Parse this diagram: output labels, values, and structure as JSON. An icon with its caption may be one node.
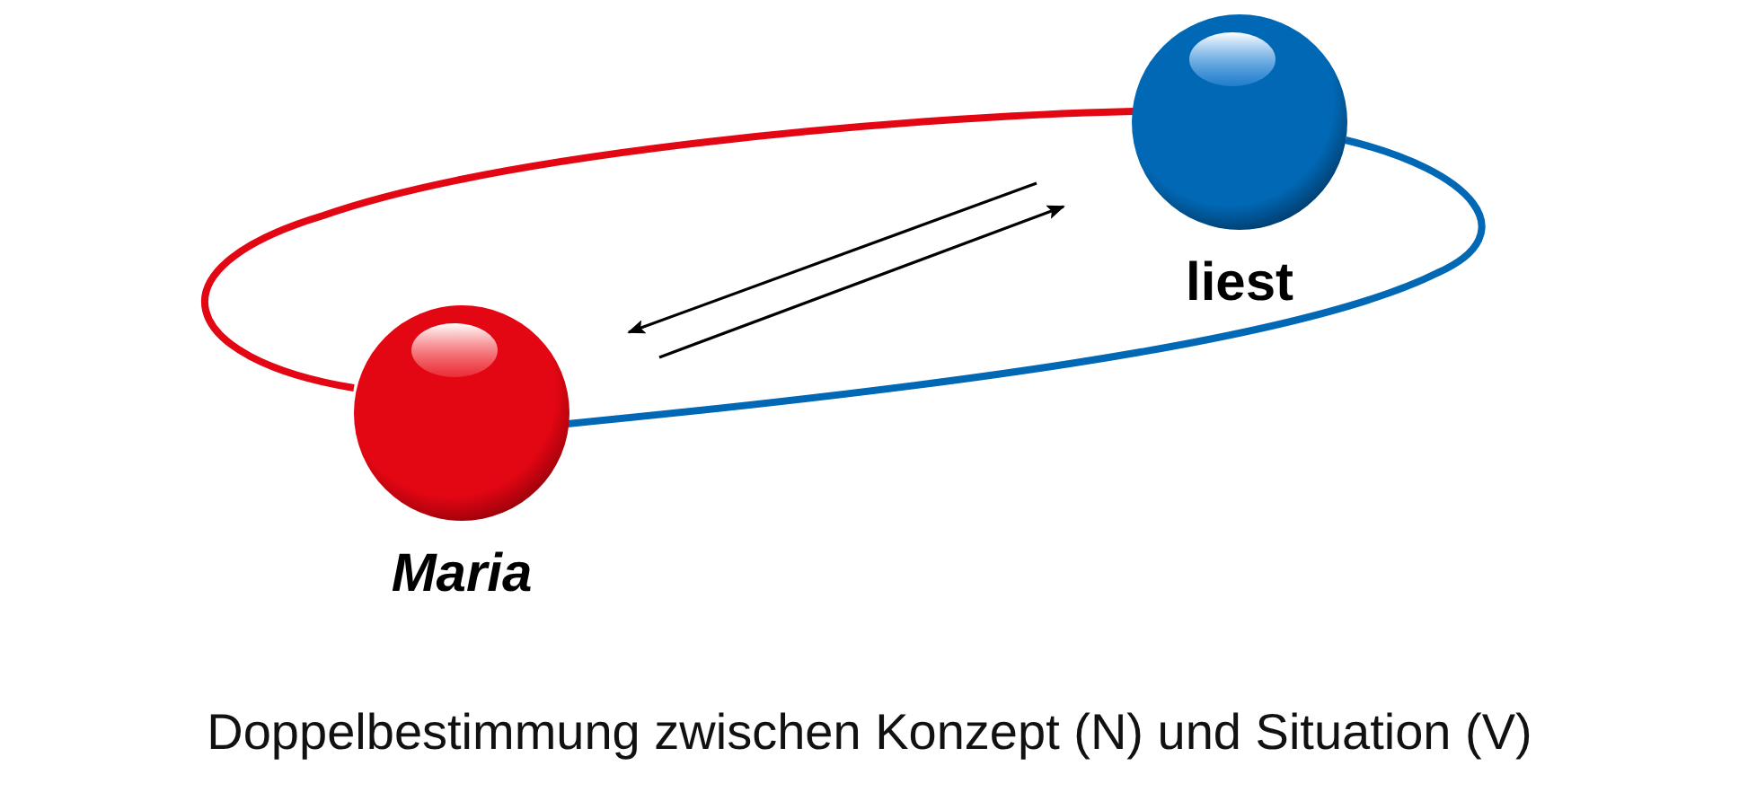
{
  "diagram": {
    "caption": "Doppelbestimmung zwischen Konzept (N) und Situation (V)",
    "nodes": [
      {
        "text": [
          "Maria"
        ]
      },
      {
        "text": [
          "liest"
        ]
      }
    ],
    "edges": [
      {
        "from": 0,
        "to": 1,
        "arrow": "none",
        "style": "thick",
        "color": "#e30613"
      },
      {
        "from": 1,
        "to": 0,
        "arrow": "none",
        "style": "thick",
        "color": "#0068b4"
      },
      {
        "from": 1,
        "to": 0,
        "arrow": "to"
      },
      {
        "from": 0,
        "to": 1,
        "arrow": "to"
      }
    ]
  }
}
